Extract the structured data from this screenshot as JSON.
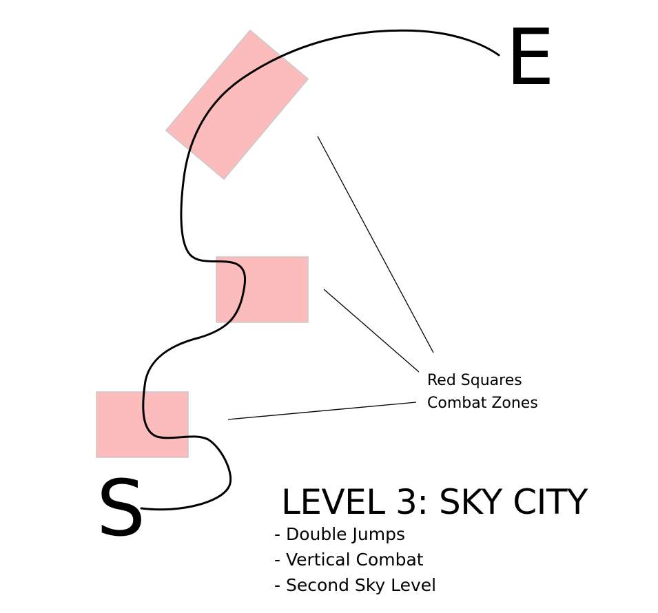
{
  "markers": {
    "start": "S",
    "end": "E"
  },
  "legend": {
    "line1": "Red Squares",
    "line2": "Combat Zones"
  },
  "level": {
    "title": "LEVEL 3: SKY CITY",
    "features": [
      "- Double Jumps",
      "- Vertical Combat",
      "- Second Sky Level"
    ]
  },
  "colors": {
    "combat_zone_fill": "#fcbcbc",
    "combat_zone_border": "#c8c8c8",
    "path": "#000000"
  }
}
